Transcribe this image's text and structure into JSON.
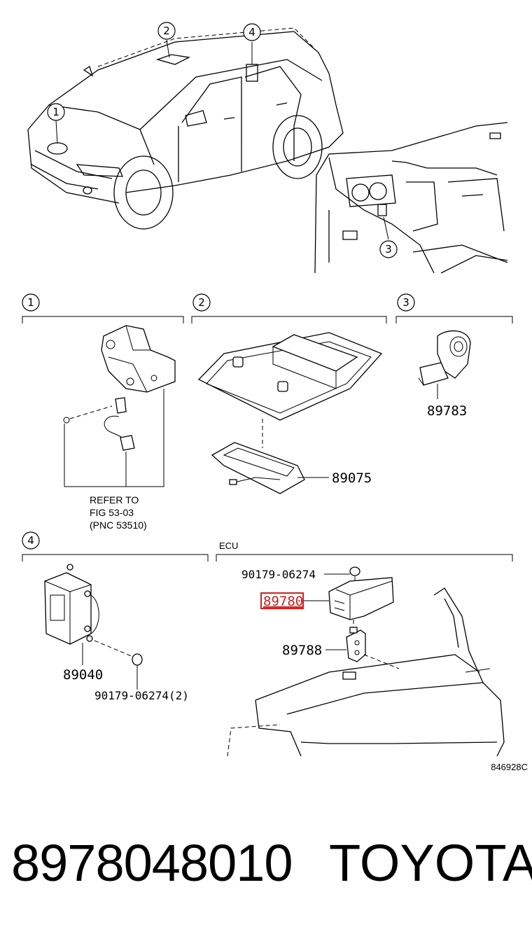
{
  "callouts": [
    "1",
    "2",
    "3",
    "4"
  ],
  "sections": {
    "s1": {
      "number": "1",
      "refer_line1": "REFER TO",
      "refer_line2": "FIG 53-03",
      "refer_line3": "(PNC 53510)"
    },
    "s2": {
      "number": "2",
      "part": "89075"
    },
    "s3": {
      "number": "3",
      "part": "89783"
    },
    "s4": {
      "number": "4",
      "part_unit": "89040",
      "bolt": "90179-06274(2)"
    },
    "ecu": {
      "title": "ECU",
      "bolt": "90179-06274",
      "highlighted_part": "89780",
      "bracket": "89788"
    }
  },
  "highlight_color": "#cc2222",
  "diagram_code": "846928C",
  "footer": {
    "part_number": "8978048010",
    "brand": "TOYOTA"
  }
}
